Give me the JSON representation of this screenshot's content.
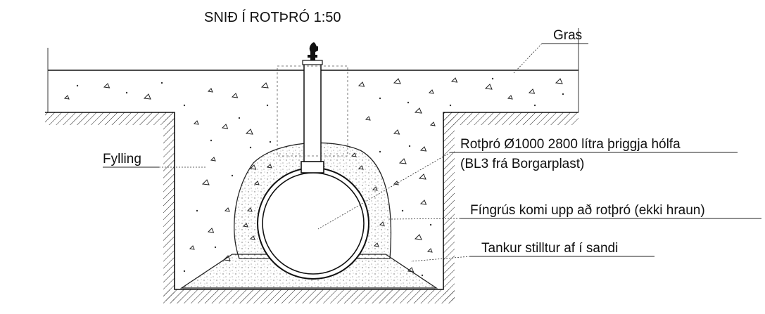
{
  "title": "SNIÐ Í ROTÞRÓ 1:50",
  "labels": {
    "gras": "Gras",
    "fylling": "Fylling",
    "tank_line1": "Rotþró Ø1000 2800 lítra þriggja hólfa",
    "tank_line2": "(BL3 frá Borgarplast)",
    "fingrus": "Fíngrús komi upp að rotþró (ekki hraun)",
    "tankur": "Tankur stilltur af í sandi"
  },
  "colors": {
    "line": "#111111",
    "background": "#ffffff"
  }
}
